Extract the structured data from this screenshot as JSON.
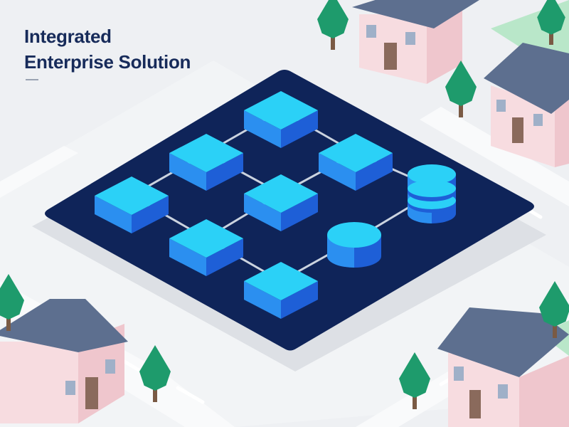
{
  "title": {
    "line1": "Integrated",
    "line2": "Enterprise Solution"
  },
  "colors": {
    "background": "#eef0f3",
    "road": "#f9fafb",
    "platform": "#0f2459",
    "platform_shadow": "#dde0e5",
    "node_top": "#2bd1f7",
    "node_left": "#2b8ff0",
    "node_right": "#1e5fd7",
    "connector": "#cbd3df",
    "title_text": "#172b5a",
    "house_wall": "#f7dce0",
    "house_roof": "#5d6f8f",
    "tree": "#1e9b6c",
    "grass": "#b9e7c9"
  },
  "illustration": {
    "platform": "network-platform",
    "node_count": 7,
    "database_stack": "database-icon",
    "database_single": "database-single-icon",
    "house_count": 4,
    "tree_count": 7
  }
}
